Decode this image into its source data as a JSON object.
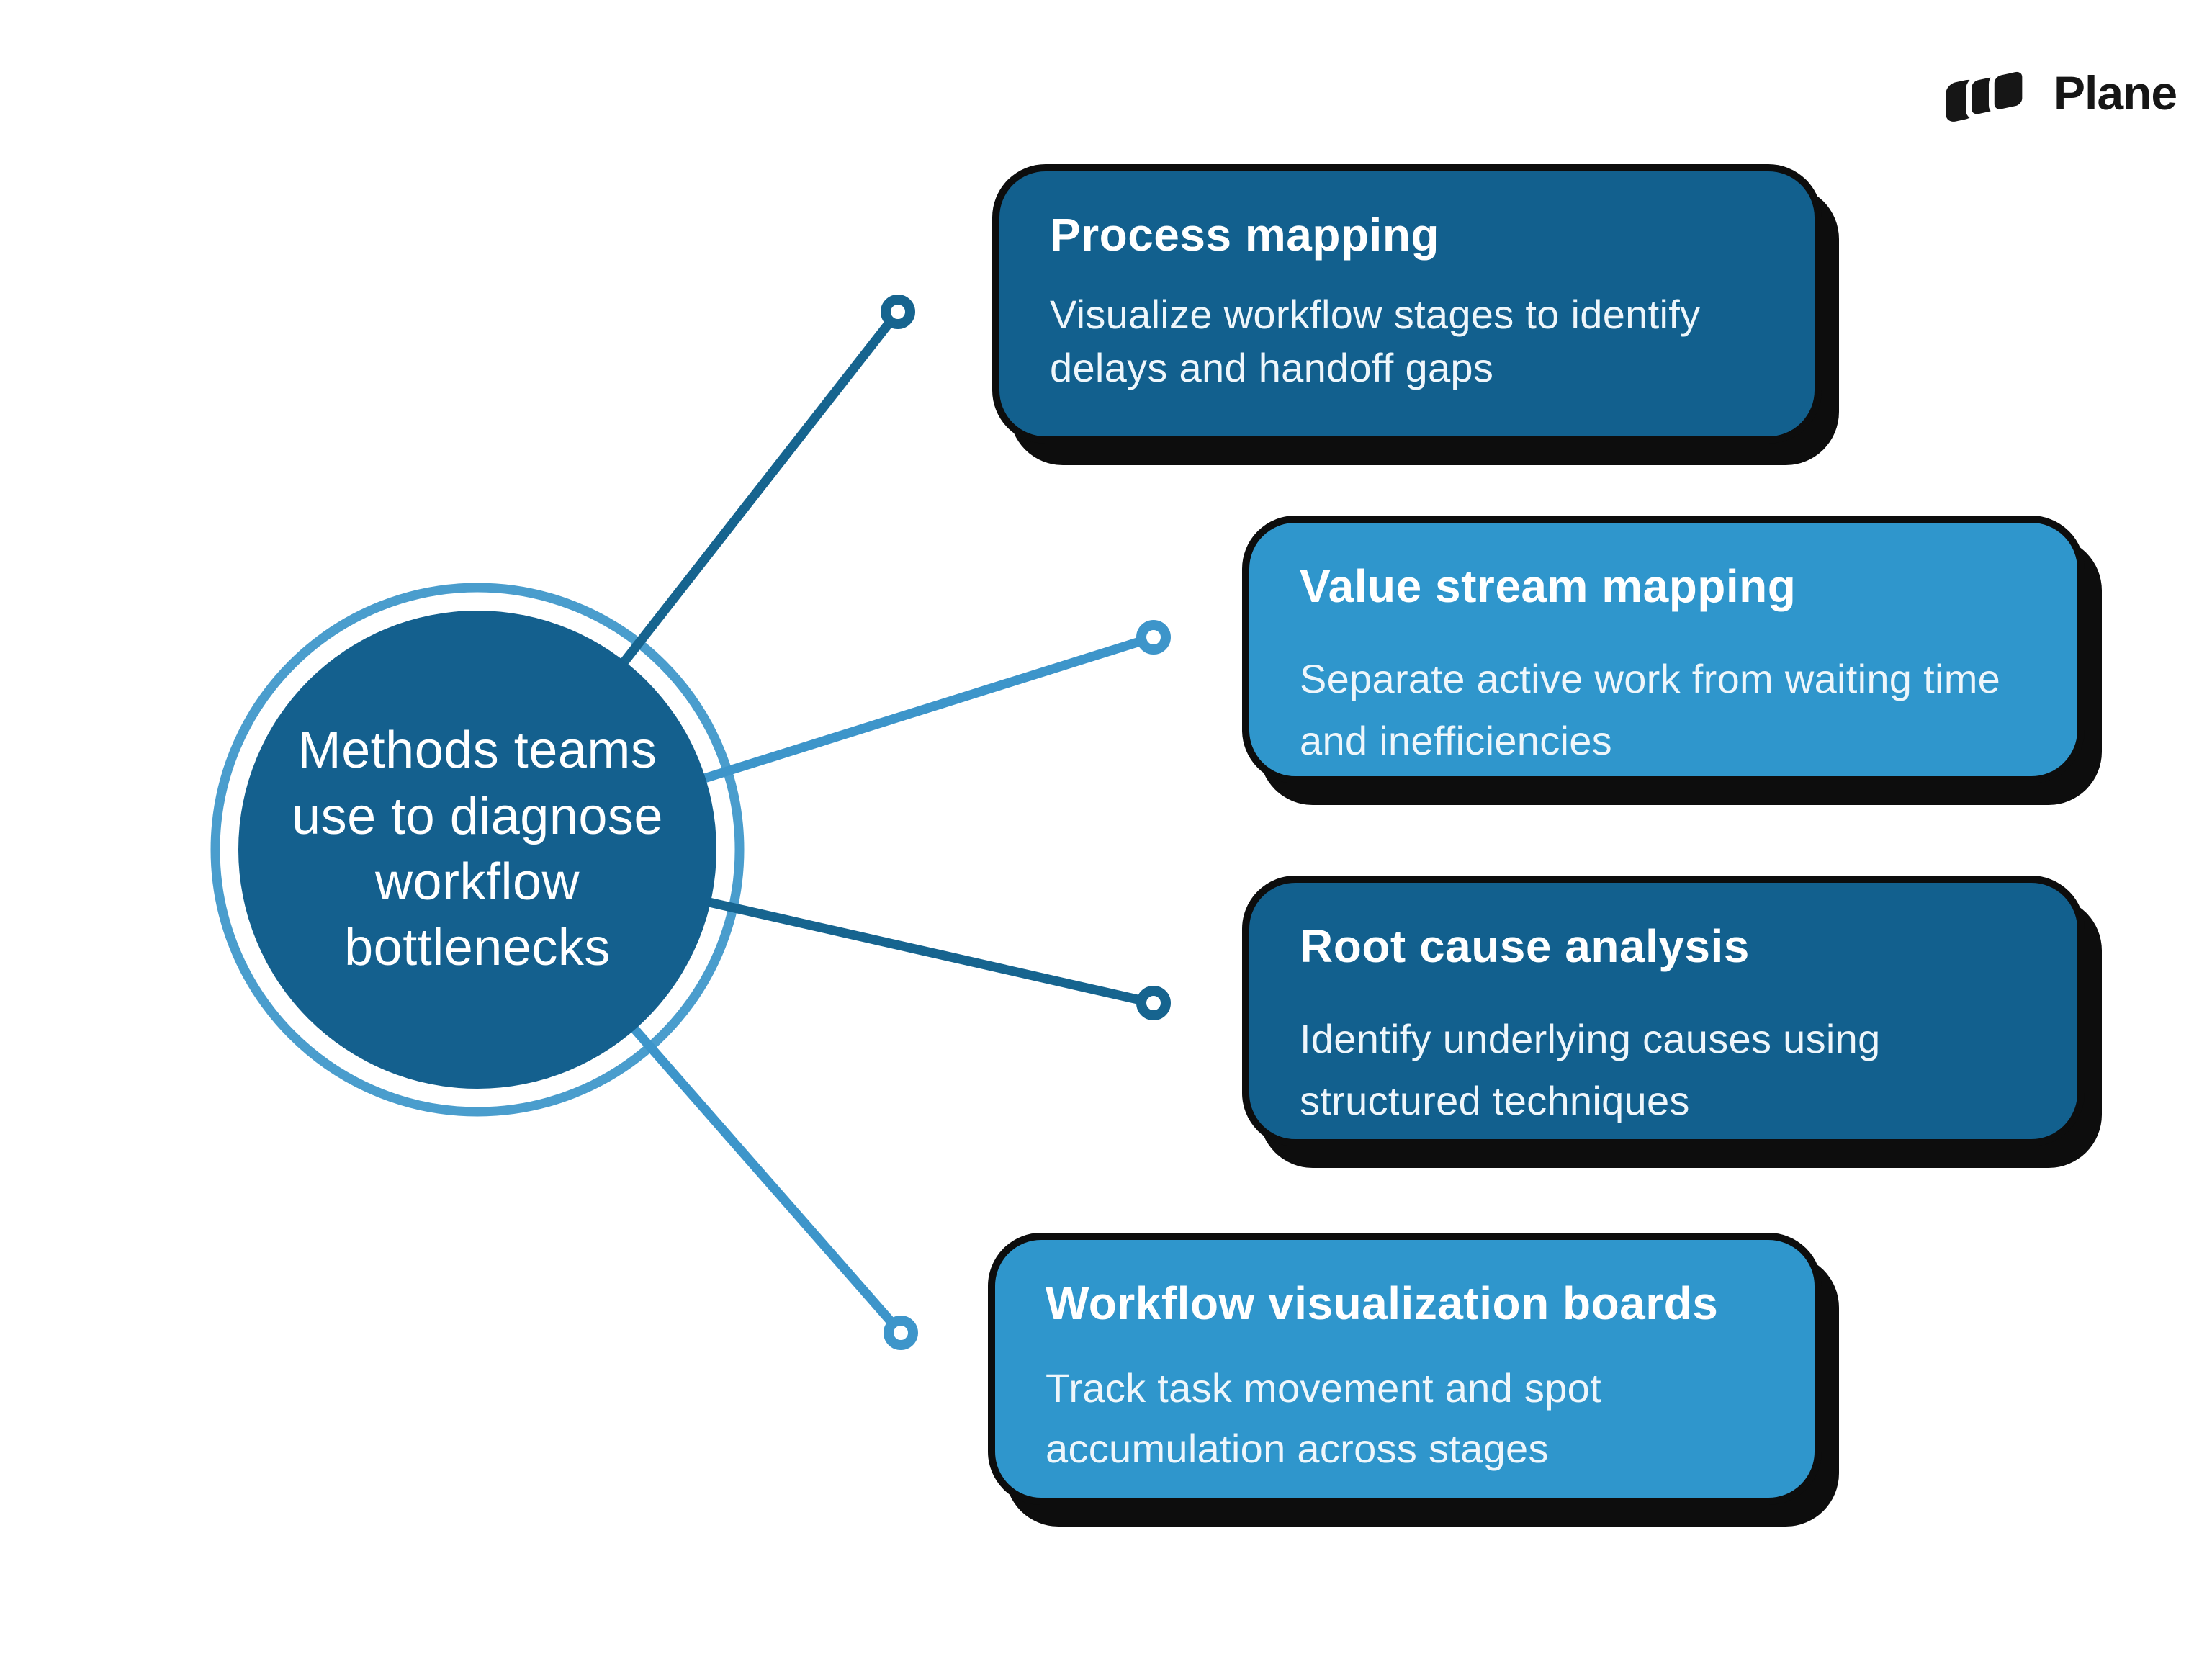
{
  "brand": {
    "name": "Plane",
    "icon": "plane-logo-icon"
  },
  "center_circle": {
    "text": "Methods teams use to diagnose workflow bottlenecks"
  },
  "cards": [
    {
      "title": "Process mapping",
      "description": "Visualize workflow stages to identify delays and handoff gaps",
      "variant": "dark"
    },
    {
      "title": "Value stream mapping",
      "description": "Separate active work from waiting time and inefficiencies",
      "variant": "light"
    },
    {
      "title": "Root cause analysis",
      "description": "Identify underlying causes using structured techniques",
      "variant": "dark"
    },
    {
      "title": "Workflow visualization boards",
      "description": "Track task movement and spot accumulation across stages",
      "variant": "light"
    }
  ],
  "colors": {
    "background": "#FFFFFF",
    "card_dark_blue": "#12608E",
    "card_light_blue": "#2F96CC",
    "circle_fill": "#14608E",
    "ring_blue": "#4A9DCD",
    "connector_dark": "#16648F",
    "connector_light": "#3D95CA",
    "outline_black": "#0D0D0D",
    "title_text": "#FFFFFF",
    "body_text": "#EEF6FB",
    "logo_text": "#161616"
  }
}
